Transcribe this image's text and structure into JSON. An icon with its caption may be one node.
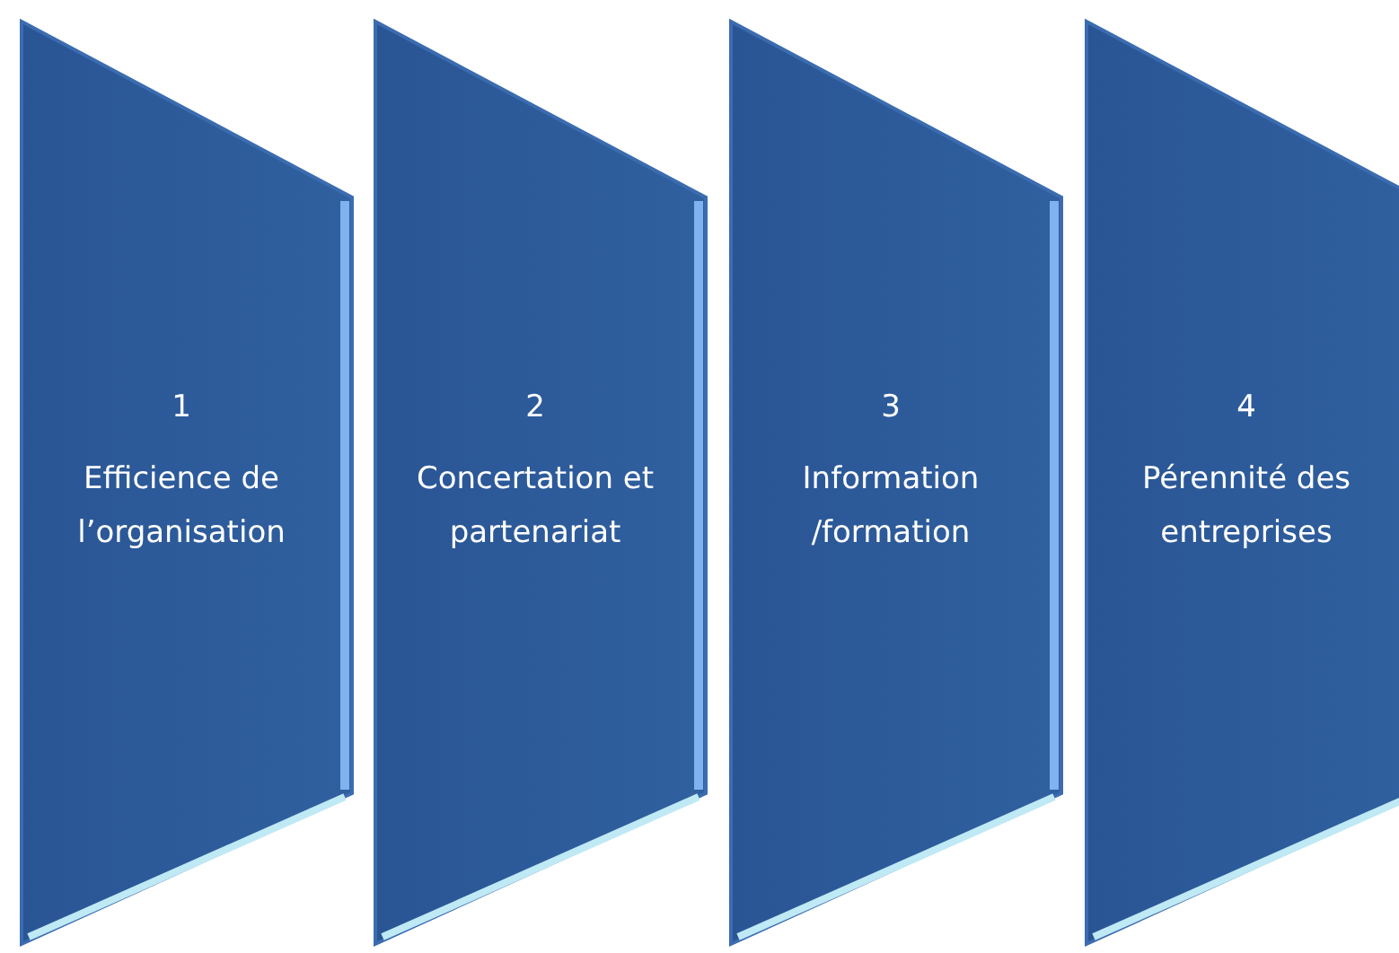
{
  "diagram": {
    "nodes": [
      {
        "text": [
          "1",
          "Efficience de l’organisation"
        ]
      },
      {
        "text": [
          "2",
          "Concertation et partenariat"
        ]
      },
      {
        "text": [
          "3",
          "Information /formation"
        ]
      },
      {
        "text": [
          "4",
          "Pérennité des entreprises"
        ]
      }
    ]
  }
}
